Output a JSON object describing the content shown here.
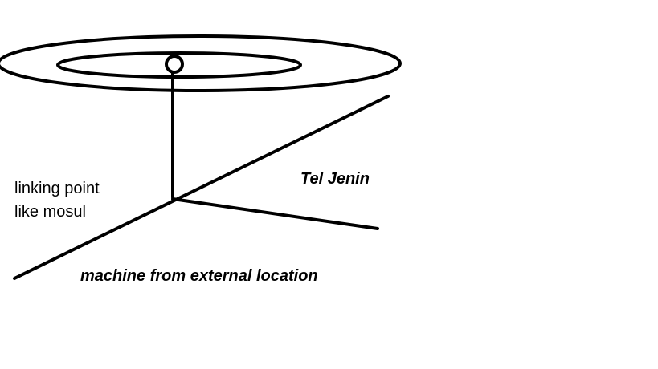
{
  "diagram": {
    "labels": {
      "left_line1": "linking point",
      "left_line2": "like mosul",
      "right": "Tel Jenin",
      "bottom": "machine from external location"
    },
    "colors": {
      "stroke": "#000000",
      "text": "#000000",
      "background": "#ffffff"
    }
  }
}
